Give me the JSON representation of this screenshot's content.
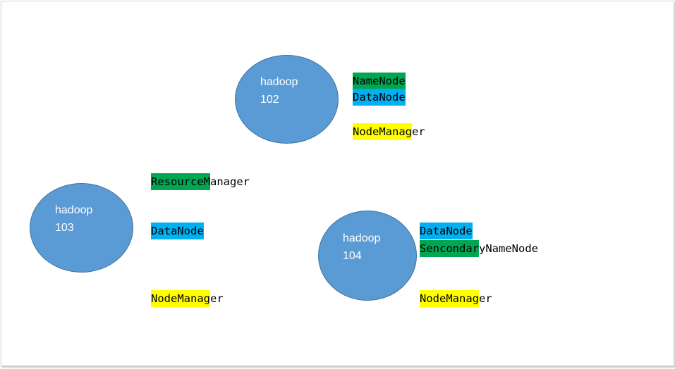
{
  "colors": {
    "node_fill": "#5b9bd5",
    "node_border": "#41719c",
    "highlight_green": "#00a651",
    "highlight_blue": "#00b0f0",
    "highlight_yellow": "#ffff00"
  },
  "nodes": [
    {
      "name": "hadoop",
      "id": "102",
      "services": [
        {
          "highlighted": "NameNode",
          "rest": "",
          "color": "green"
        },
        {
          "highlighted": "DataNode",
          "rest": "",
          "color": "blue"
        },
        {
          "highlighted": "NodeManag",
          "rest": "er",
          "color": "yellow"
        }
      ]
    },
    {
      "name": "hadoop",
      "id": "103",
      "services": [
        {
          "highlighted": "ResourceM",
          "rest": "anager",
          "color": "green"
        },
        {
          "highlighted": "DataNode",
          "rest": "",
          "color": "blue"
        },
        {
          "highlighted": "NodeManag",
          "rest": "er",
          "color": "yellow"
        }
      ]
    },
    {
      "name": "hadoop",
      "id": "104",
      "services": [
        {
          "highlighted": "DataNode",
          "rest": "",
          "color": "blue"
        },
        {
          "highlighted": "Sencondar",
          "rest": "yNameNode",
          "color": "green"
        },
        {
          "highlighted": "NodeManag",
          "rest": "er",
          "color": "yellow"
        }
      ]
    }
  ]
}
